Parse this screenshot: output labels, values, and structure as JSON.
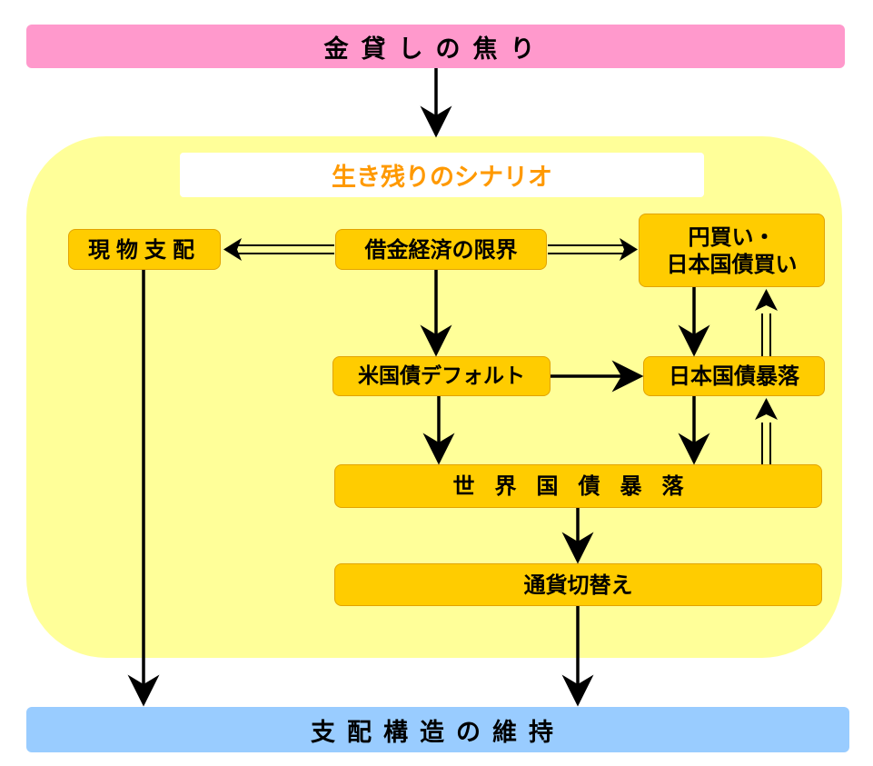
{
  "header": {
    "title": "金貸しの焦り"
  },
  "scenario": {
    "title": "生き残りのシナリオ"
  },
  "nodes": {
    "genbutsu": "現物支配",
    "shakkin": "借金経済の限界",
    "enkai_line1": "円買い・",
    "enkai_line2": "日本国債買い",
    "beikoku": "米国債デフォルト",
    "nihon": "日本国債暴落",
    "sekai": "世界国債暴落",
    "tsuuka": "通貨切替え"
  },
  "footer": {
    "title": "支配構造の維持"
  },
  "colors": {
    "top_bar": "#ff99cc",
    "bottom_bar": "#99ccff",
    "panel": "#ffff99",
    "node": "#ffcc00",
    "scenario_title": "#ff9900"
  }
}
